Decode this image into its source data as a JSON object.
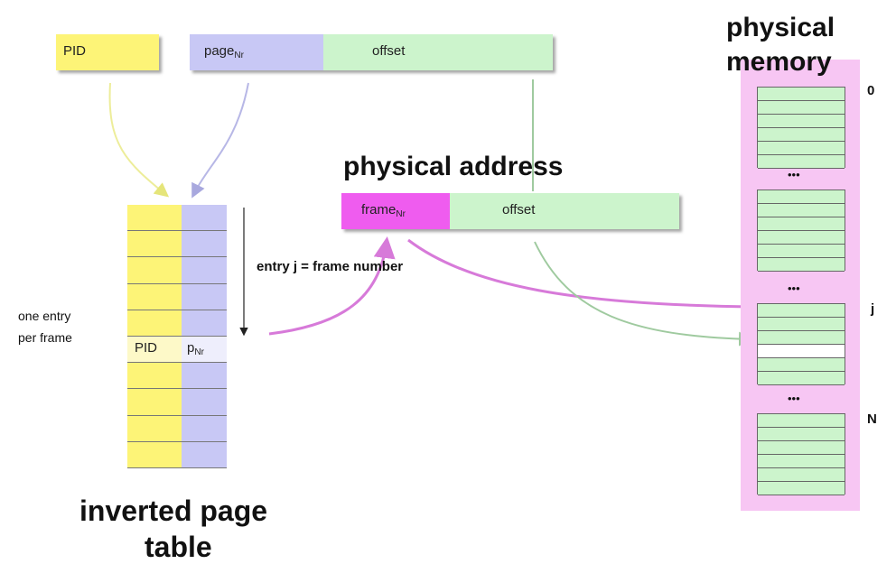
{
  "virtual_address": {
    "pid": "PID",
    "page": "page",
    "page_sub": "Nr",
    "offset": "offset"
  },
  "physical_address": {
    "title": "physical address",
    "frame": "frame",
    "frame_sub": "Nr",
    "offset": "offset"
  },
  "inverted_table": {
    "title": "inverted page",
    "title_cut": "table",
    "row_pid": "PID",
    "row_page": "p",
    "row_page_sub": "Nr",
    "side_label_1": "one entry",
    "side_label_2": "per frame",
    "arrow_label": "entry j = frame number"
  },
  "physical_memory": {
    "title_1": "physical",
    "title_2": "memory",
    "label_top": "0",
    "label_j": "j",
    "label_n": "N",
    "dots": "•••"
  },
  "colors": {
    "yellow": "#fdf477",
    "lavender": "#c8c8f5",
    "green": "#ccf4cc",
    "magenta": "#ef5cef",
    "pink": "#f7c6f3",
    "arrow_magenta": "#d77ad9",
    "arrow_green": "#9fca9f",
    "arrow_yellow": "#eded9a",
    "arrow_lavender": "#b7b7e6"
  }
}
